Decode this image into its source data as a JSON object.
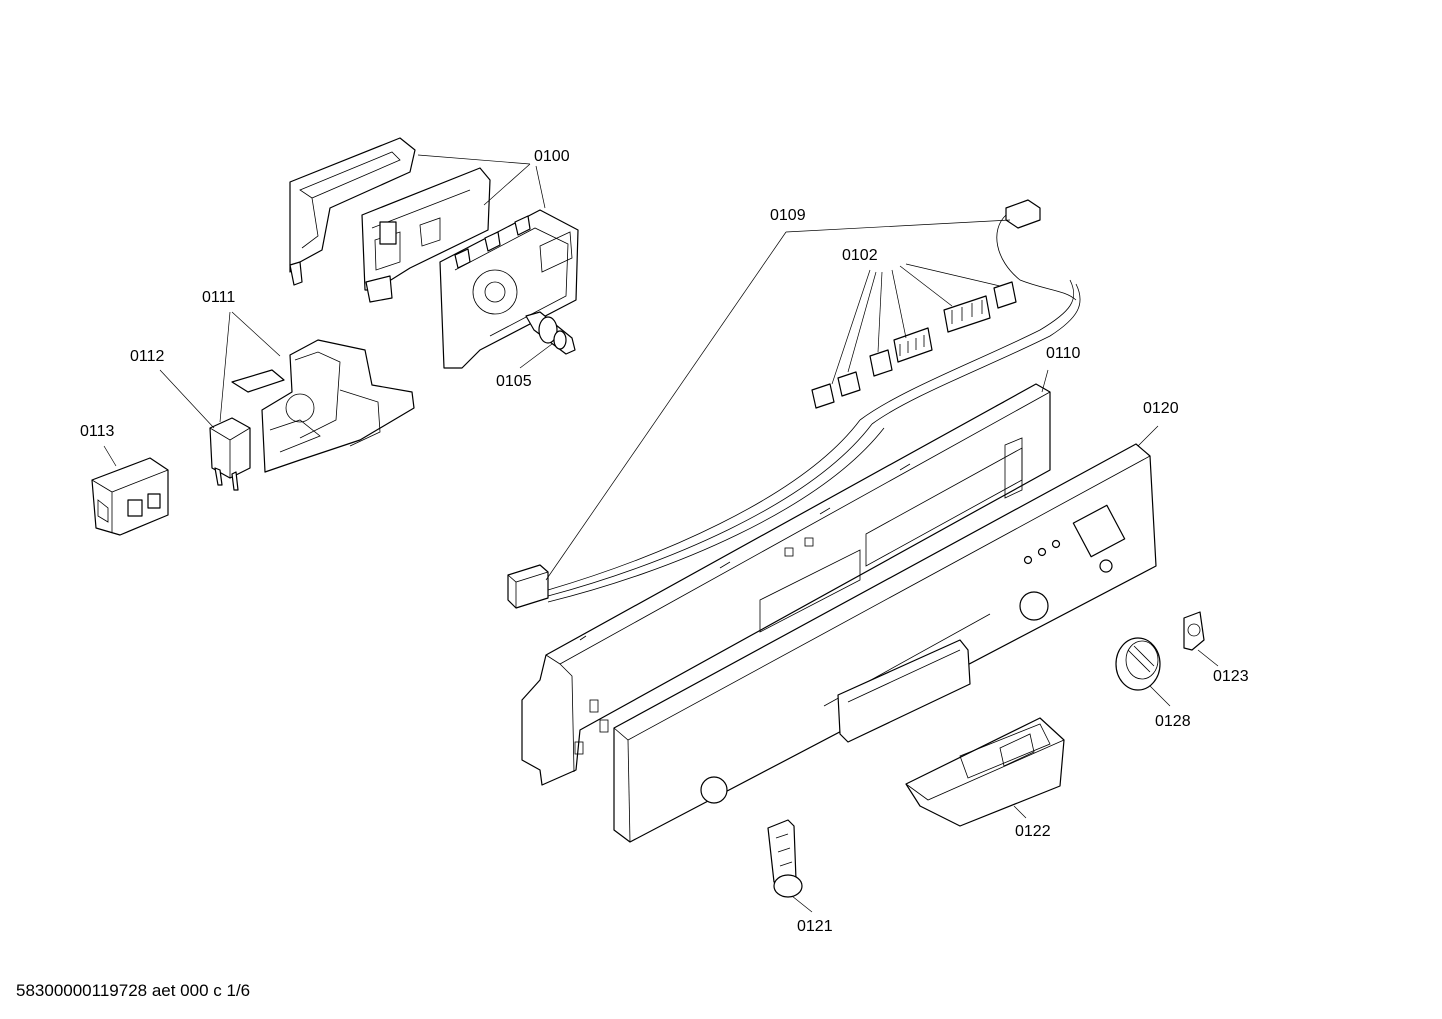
{
  "callouts": {
    "p0100": "0100",
    "p0109": "0109",
    "p0102": "0102",
    "p0111": "0111",
    "p0112": "0112",
    "p0113": "0113",
    "p0105": "0105",
    "p0110": "0110",
    "p0120": "0120",
    "p0123": "0123",
    "p0128": "0128",
    "p0122": "0122",
    "p0121": "0121"
  },
  "footer": {
    "drawing_code": "58300000119728 aet 000 c 1/6"
  }
}
